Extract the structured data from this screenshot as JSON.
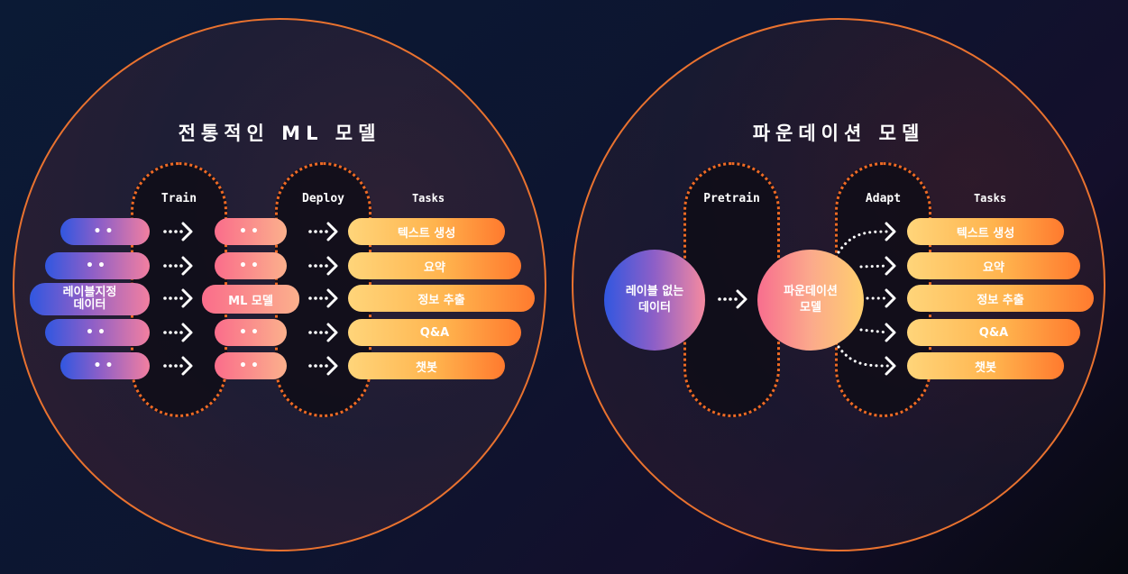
{
  "left": {
    "title": "전통적인 ML 모델",
    "lane1_label": "Train",
    "lane2_label": "Deploy",
    "tasks_label": "Tasks",
    "input_label": "레이블지정\n데이터",
    "model_label": "ML 모델",
    "placeholder": "••",
    "tasks": [
      "텍스트 생성",
      "요약",
      "정보 추출",
      "Q&A",
      "챗봇"
    ]
  },
  "right": {
    "title": "파운데이션 모델",
    "lane1_label": "Pretrain",
    "lane2_label": "Adapt",
    "tasks_label": "Tasks",
    "input_label": "레이블 없는\n데이터",
    "model_label": "파운데이션\n모델",
    "tasks": [
      "텍스트 생성",
      "요약",
      "정보 추출",
      "Q&A",
      "챗봇"
    ]
  },
  "colors": {
    "accent_orange": "#ef6a24",
    "pill_blue_start": "#3157e0",
    "pill_pink": "#fa6d8b",
    "pill_orange": "#ff7a2e"
  }
}
